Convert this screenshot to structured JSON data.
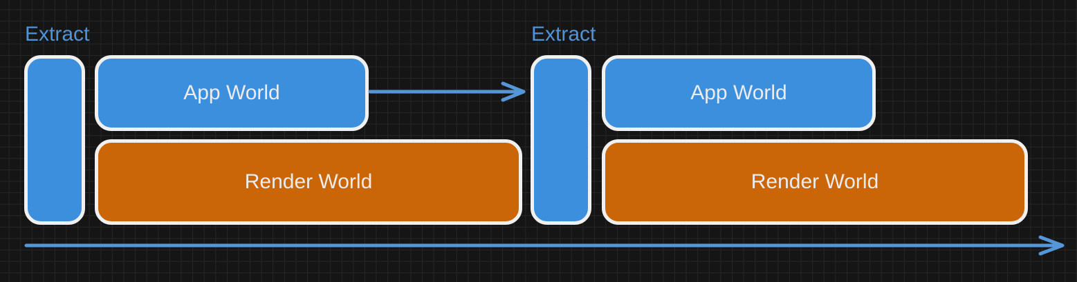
{
  "diagram": {
    "frames": [
      {
        "extract_label": "Extract",
        "app_world_label": "App World",
        "render_world_label": "Render World"
      },
      {
        "extract_label": "Extract",
        "app_world_label": "App World",
        "render_world_label": "Render World"
      }
    ],
    "colors": {
      "background": "#151515",
      "grid_line": "#262626",
      "blue_fill": "#3c8fdc",
      "orange_fill": "#ca6608",
      "box_border": "#f0f0f0",
      "accent_text": "#4f94d8",
      "box_text": "#ececec",
      "arrow": "#5596d8"
    }
  }
}
